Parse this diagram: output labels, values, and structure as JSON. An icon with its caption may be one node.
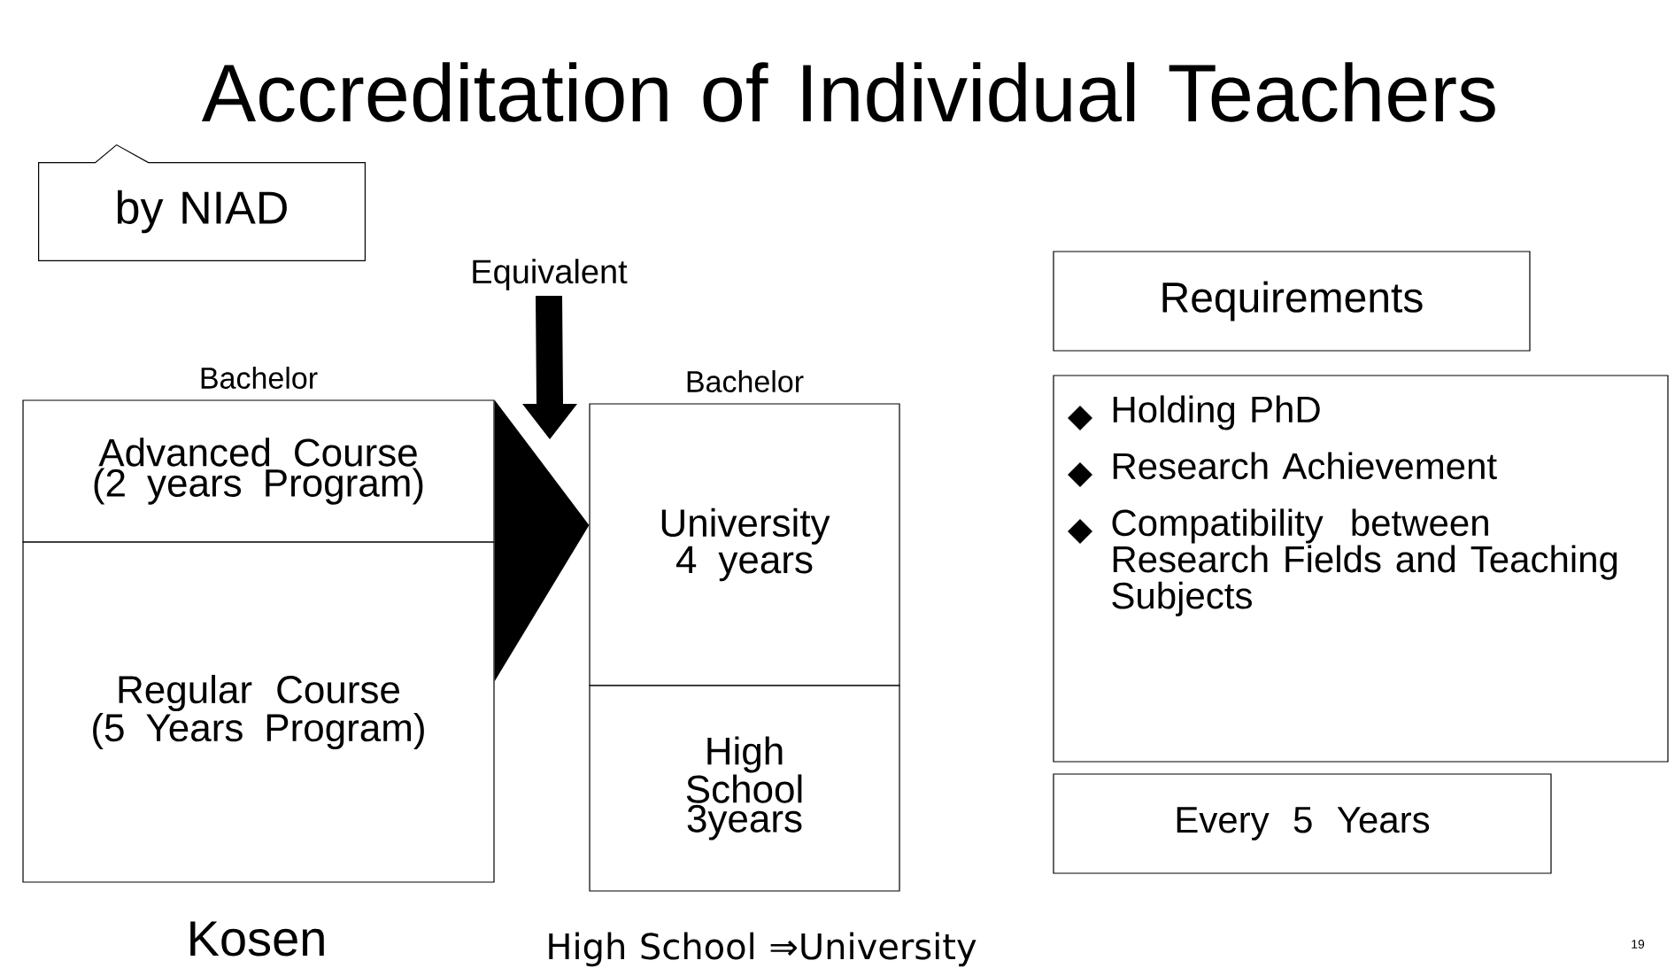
{
  "diagram": {
    "title": "Accreditation of Individual Teachers",
    "nodes": [
      {
        "text": [
          "by NIAD"
        ]
      },
      {
        "text": [
          "Equivalent"
        ]
      },
      {
        "text": [
          "Advanced Course (2 years Program)"
        ],
        "beside": [
          "Bachelor"
        ]
      },
      {
        "text": [
          "Regular Course (5 Years Program)"
        ]
      },
      {
        "text": [
          "University 4 years"
        ],
        "beside": [
          "Bachelor"
        ]
      },
      {
        "text": [
          "High School 3years"
        ]
      },
      {
        "text": [
          "Requirements"
        ]
      },
      {
        "text": [
          "Holding PhD",
          "Research Achievement",
          "Compatibility between Research  Fields and Teaching Subjects"
        ]
      },
      {
        "text": [
          "Every 5 Years"
        ]
      }
    ],
    "edges": [
      {
        "from": 2,
        "to": 4,
        "arrow": "to"
      },
      {
        "from": 1,
        "to": null,
        "arrow": "to"
      }
    ],
    "labels": [
      "Kosen",
      "High School ⇒University",
      "19"
    ]
  }
}
